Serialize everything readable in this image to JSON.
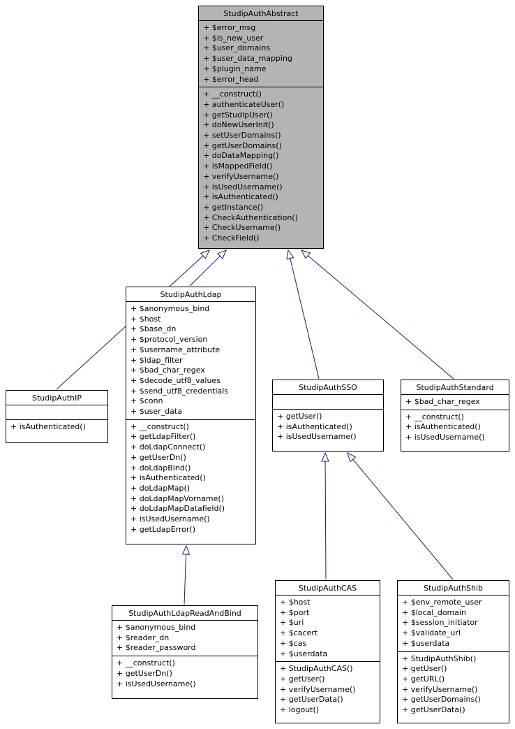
{
  "diagram": {
    "colors": {
      "edge": "#191970",
      "node_fill": "#ffffff",
      "highlight_fill": "#b4b4b4",
      "node_border": "#000000",
      "text": "#000000"
    },
    "classes": [
      {
        "id": "StudipAuthAbstract",
        "title": "StudipAuthAbstract",
        "highlight": true,
        "fields": [
          "+ $error_msg",
          "+ $is_new_user",
          "+ $user_domains",
          "+ $user_data_mapping",
          "+ $plugin_name",
          "+ $error_head"
        ],
        "methods": [
          "+ __construct()",
          "+ authenticateUser()",
          "+ getStudipUser()",
          "+ doNewUserInit()",
          "+ setUserDomains()",
          "+ getUserDomains()",
          "+ doDataMapping()",
          "+ isMappedField()",
          "+ verifyUsername()",
          "+ isUsedUsername()",
          "+ isAuthenticated()",
          "+ getInstance()",
          "+ CheckAuthentication()",
          "+ CheckUsername()",
          "+ CheckField()"
        ]
      },
      {
        "id": "StudipAuthIP",
        "title": "StudipAuthIP",
        "highlight": false,
        "fields": [],
        "methods": [
          "+ isAuthenticated()"
        ]
      },
      {
        "id": "StudipAuthLdap",
        "title": "StudipAuthLdap",
        "highlight": false,
        "fields": [
          "+ $anonymous_bind",
          "+ $host",
          "+ $base_dn",
          "+ $protocol_version",
          "+ $username_attribute",
          "+ $ldap_filter",
          "+ $bad_char_regex",
          "+ $decode_utf8_values",
          "+ $send_utf8_credentials",
          "+ $conn",
          "+ $user_data"
        ],
        "methods": [
          "+ __construct()",
          "+ getLdapFilter()",
          "+ doLdapConnect()",
          "+ getUserDn()",
          "+ doLdapBind()",
          "+ isAuthenticated()",
          "+ doLdapMap()",
          "+ doLdapMapVorname()",
          "+ doLdapMapDatafield()",
          "+ isUsedUsername()",
          "+ getLdapError()"
        ]
      },
      {
        "id": "StudipAuthSSO",
        "title": "StudipAuthSSO",
        "highlight": false,
        "fields": [],
        "methods": [
          "+ getUser()",
          "+ isAuthenticated()",
          "+ isUsedUsername()"
        ]
      },
      {
        "id": "StudipAuthStandard",
        "title": "StudipAuthStandard",
        "highlight": false,
        "fields": [
          "+ $bad_char_regex"
        ],
        "methods": [
          "+ __construct()",
          "+ isAuthenticated()",
          "+ isUsedUsername()"
        ]
      },
      {
        "id": "StudipAuthLdapReadAndBind",
        "title": "StudipAuthLdapReadAndBind",
        "highlight": false,
        "fields": [
          "+ $anonymous_bind",
          "+ $reader_dn",
          "+ $reader_password"
        ],
        "methods": [
          "+ __construct()",
          "+ getUserDn()",
          "+ isUsedUsername()"
        ]
      },
      {
        "id": "StudipAuthCAS",
        "title": "StudipAuthCAS",
        "highlight": false,
        "fields": [
          "+ $host",
          "+ $port",
          "+ $uri",
          "+ $cacert",
          "+ $cas",
          "+ $userdata"
        ],
        "methods": [
          "+ StudipAuthCAS()",
          "+ getUser()",
          "+ verifyUsername()",
          "+ getUserData()",
          "+ logout()"
        ]
      },
      {
        "id": "StudipAuthShib",
        "title": "StudipAuthShib",
        "highlight": false,
        "fields": [
          "+ $env_remote_user",
          "+ $local_domain",
          "+ $session_initiator",
          "+ $validate_url",
          "+ $userdata"
        ],
        "methods": [
          "+ StudipAuthShib()",
          "+ getUser()",
          "+ getURL()",
          "+ verifyUsername()",
          "+ getUserDomains()",
          "+ getUserData()"
        ]
      }
    ],
    "edges": [
      {
        "child": "StudipAuthIP",
        "parent": "StudipAuthAbstract",
        "type": "inheritance"
      },
      {
        "child": "StudipAuthLdap",
        "parent": "StudipAuthAbstract",
        "type": "inheritance"
      },
      {
        "child": "StudipAuthSSO",
        "parent": "StudipAuthAbstract",
        "type": "inheritance"
      },
      {
        "child": "StudipAuthStandard",
        "parent": "StudipAuthAbstract",
        "type": "inheritance"
      },
      {
        "child": "StudipAuthLdapReadAndBind",
        "parent": "StudipAuthLdap",
        "type": "inheritance"
      },
      {
        "child": "StudipAuthCAS",
        "parent": "StudipAuthSSO",
        "type": "inheritance"
      },
      {
        "child": "StudipAuthShib",
        "parent": "StudipAuthSSO",
        "type": "inheritance"
      }
    ]
  }
}
